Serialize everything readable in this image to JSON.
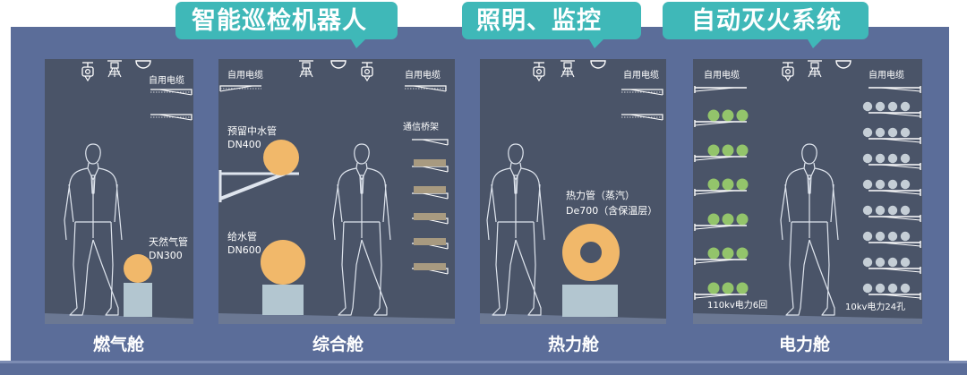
{
  "banners": {
    "inspection": "智能巡检机器人",
    "lighting": "照明、监控",
    "fire": "自动灭火系统"
  },
  "rooms": {
    "gas": {
      "name": "燃气舱",
      "cable_label": "自用电缆",
      "pipe_label": [
        "天然气管",
        "DN300"
      ]
    },
    "combined": {
      "name": "综合舱",
      "cable_left": "自用电缆",
      "cable_right": "自用电缆",
      "comm_tray": "通信桥架",
      "reserved_pipe": [
        "预留中水管",
        "DN400"
      ],
      "water_pipe": [
        "给水管",
        "DN600"
      ]
    },
    "heat": {
      "name": "热力舱",
      "cable_label": "自用电缆",
      "pipe_label": [
        "热力管（蒸汽）",
        "De700（含保温层）"
      ]
    },
    "power": {
      "name": "电力舱",
      "cable_left": "自用电缆",
      "cable_right": "自用电缆",
      "left_bottom": "110kv电力6回",
      "right_bottom": "10kv电力24孔"
    }
  },
  "colors": {
    "frame": "#5b6d99",
    "room": "#4a5468",
    "banner": "#3fb8b8",
    "pipe": "#f1b86a",
    "base": "#b3c6d0",
    "green_cable": "#93c46b",
    "grey_cable": "#c5ced6",
    "tray": "#a89a80"
  },
  "icons": [
    "camera-icon",
    "robot-icon",
    "light-icon",
    "person-icon"
  ]
}
